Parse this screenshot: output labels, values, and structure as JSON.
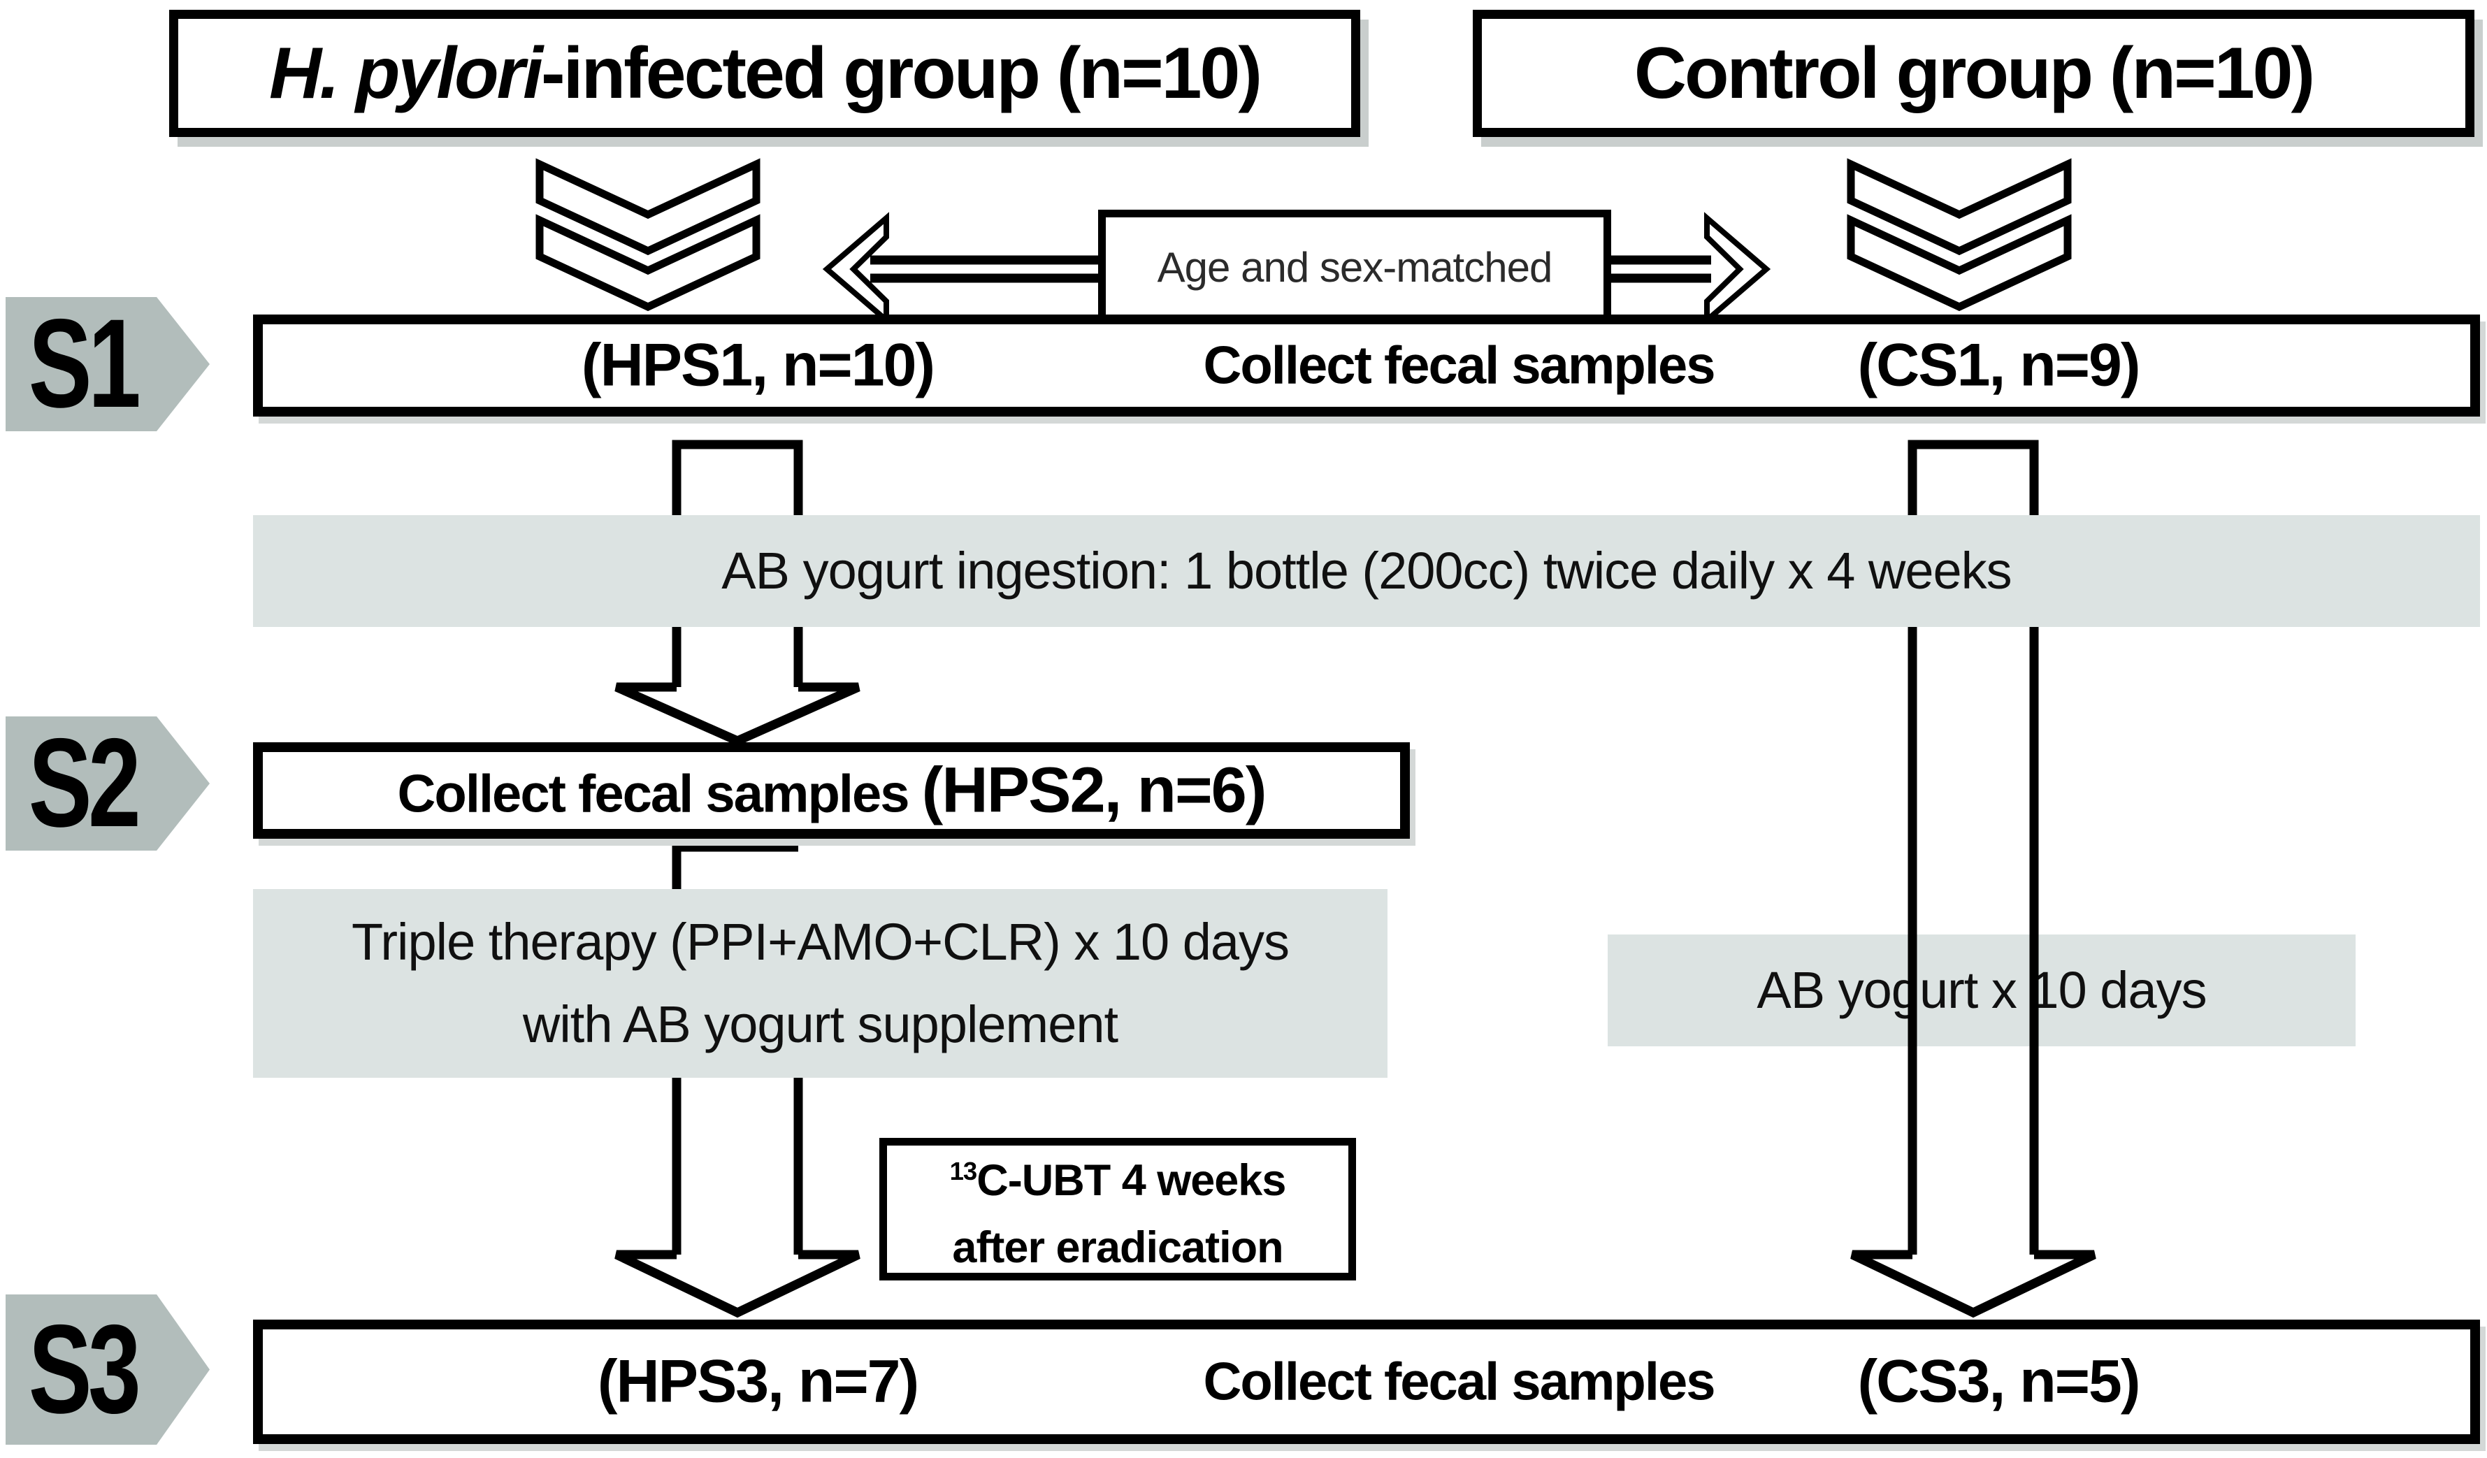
{
  "figure": {
    "groups": {
      "left_italic": "H. pylori",
      "left_rest": "-infected group (n=10)",
      "right": "Control group (n=10)"
    },
    "match": {
      "label": "Age and sex-matched"
    },
    "stage1": {
      "tag": "S1",
      "left": "(HPS1, n=10)",
      "center": "Collect fecal samples",
      "right": "(CS1, n=9)"
    },
    "banner_ingestion": {
      "text": "AB yogurt ingestion: 1 bottle (200cc) twice daily x 4 weeks"
    },
    "stage2": {
      "tag": "S2",
      "bold": "Collect fecal samples ",
      "id": "(HPS2, n=6)"
    },
    "banner_triple": {
      "line1": "Triple therapy (PPI+AMO+CLR) x 10 days",
      "line2": "with AB yogurt supplement"
    },
    "banner_ab10": {
      "text": "AB yogurt x 10 days"
    },
    "ubt": {
      "sup": "13",
      "line1_rest": "C-UBT 4 weeks",
      "line2": "after eradication"
    },
    "stage3": {
      "tag": "S3",
      "left": "(HPS3, n=7)",
      "center": "Collect fecal samples",
      "right": "(CS3, n=5)"
    },
    "colors": {
      "pentagon_fill": "#b2bdbb",
      "banner_fill": "#dce3e2",
      "line_color": "#000000",
      "shadow": "#c9cecd",
      "match_text": "#2b2b2b"
    }
  }
}
